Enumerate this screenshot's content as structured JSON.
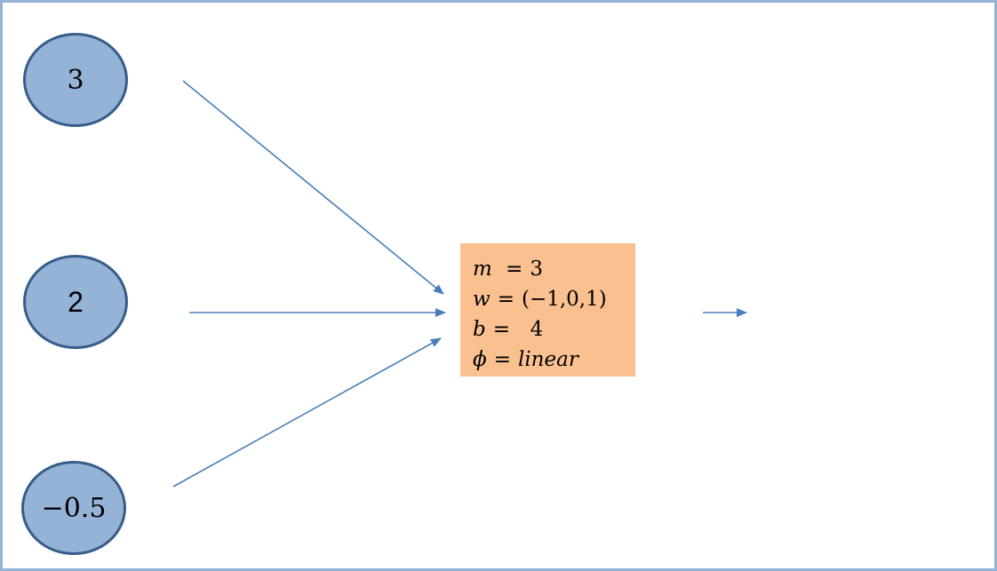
{
  "inputs": {
    "node_1": "3",
    "node_2": "2",
    "node_3": "−0.5"
  },
  "neuron": {
    "params": [
      {
        "symbol": "m",
        "sep": " =",
        "value": "3",
        "value_italic": false
      },
      {
        "symbol": "w",
        "sep": "=",
        "value": "(−1,0,1)",
        "value_italic": false
      },
      {
        "symbol": "b",
        "sep": "=",
        "value": "  4",
        "value_italic": false
      },
      {
        "symbol": "ϕ",
        "sep": "=",
        "value": "linear",
        "value_italic": true
      }
    ]
  },
  "colors": {
    "frame_border": "#95b3d7",
    "node_fill": "#95b3d7",
    "node_border": "#385d8a",
    "neuron_fill": "#fac090",
    "arrow": "#4a7ebb"
  }
}
